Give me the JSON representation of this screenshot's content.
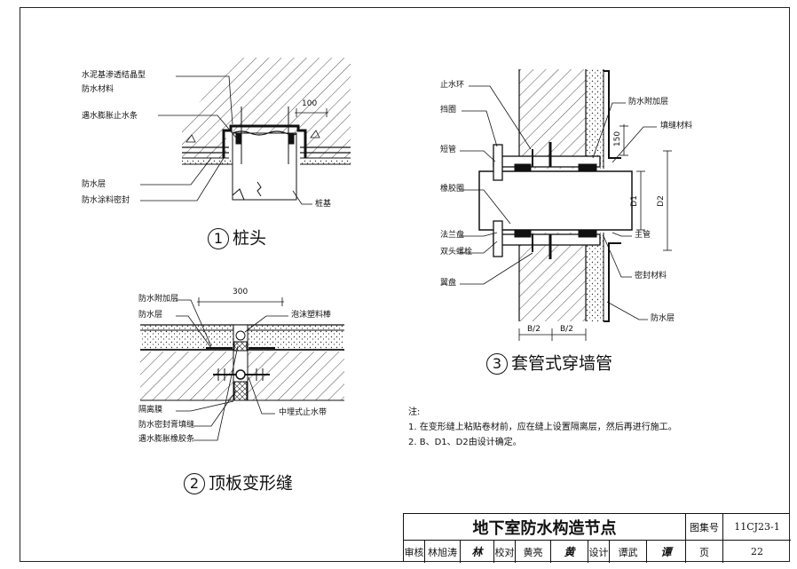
{
  "detail1": {
    "caption_num": "1",
    "caption_text": "桩头",
    "labels": {
      "cement_crystal_1": "水泥基渗透结晶型",
      "cement_crystal_2": "防水材料",
      "swell_strip": "遇水膨胀止水条",
      "waterproof_layer": "防水层",
      "coating_seal": "防水涂料密封",
      "pile": "桩基",
      "dim": "100"
    }
  },
  "detail2": {
    "caption_num": "2",
    "caption_text": "顶板变形缝",
    "labels": {
      "extra_layer": "防水附加层",
      "waterproof_layer": "防水层",
      "foam_rod": "泡沫塑料棒",
      "isolation_film": "隔离膜",
      "sealant": "防水密封膏填缝",
      "rubber_strip": "遇水膨胀橡胶条",
      "embedded_stop": "中埋式止水带",
      "dim": "300"
    }
  },
  "detail3": {
    "caption_num": "3",
    "caption_text": "套管式穿墙管",
    "labels": {
      "stop_ring": "止水环",
      "retaining_ring": "挡圈",
      "short_pipe": "短管",
      "rubber_ring": "橡胶圈",
      "flange_plate": "法兰盘",
      "double_bolt": "双头螺栓",
      "wing_plate": "翼盘",
      "extra_layer": "防水附加层",
      "filling": "填缝材料",
      "main_pipe": "主管",
      "seal_material": "密封材料",
      "waterproof_layer": "防水层",
      "dim_150": "150",
      "d1": "D1",
      "d2": "D2",
      "b_half_1": "B/2",
      "b_half_2": "B/2"
    }
  },
  "notes": {
    "heading": "注:",
    "items": [
      "1. 在变形缝上粘贴卷材前，应在缝上设置隔离层，然后再进行施工。",
      "2. B、D1、D2由设计确定。"
    ]
  },
  "title_block": {
    "title": "地下室防水构造节点",
    "atlas_label": "图集号",
    "atlas_no": "11CJ23-1",
    "review_label": "审核",
    "reviewer": "林旭涛",
    "reviewer_sig": "林",
    "check_label": "校对",
    "checker": "黄亮",
    "checker_sig": "黄",
    "design_label": "设计",
    "designer": "谭武",
    "designer_sig": "谭",
    "page_label": "页",
    "page_no": "22"
  }
}
